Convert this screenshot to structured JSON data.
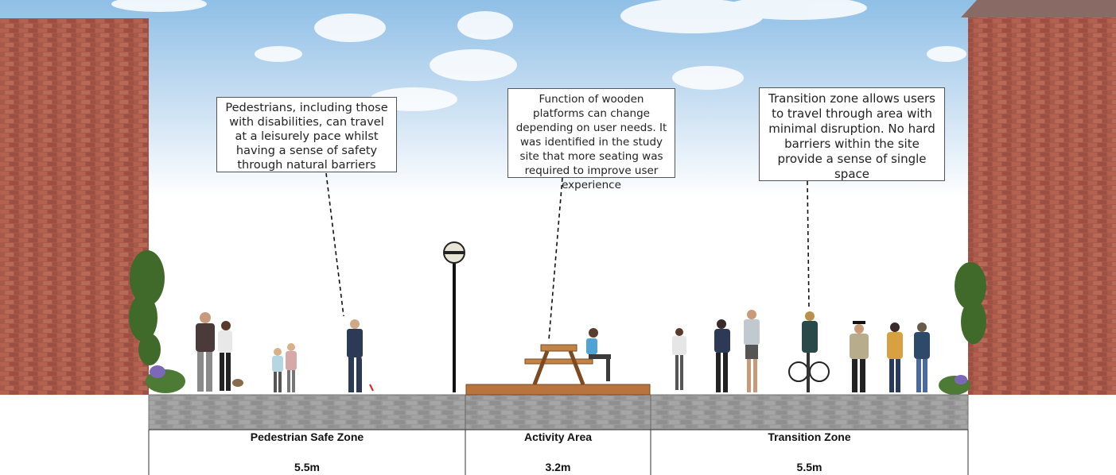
{
  "annotations": {
    "pedestrians": "Pedestrians, including those with disabilities, can travel at a leisurely pace whilst having a sense of safety through natural barriers",
    "platforms": "Function of wooden platforms can change depending on user needs. It was identified in the study site that more seating was required to improve user experience",
    "transition": "Transition zone allows users to travel through area with minimal disruption. No hard barriers within the site provide a sense of single space"
  },
  "zones": [
    {
      "name": "Pedestrian Safe Zone",
      "width": "5.5m"
    },
    {
      "name": "Activity Area",
      "width": "3.2m"
    },
    {
      "name": "Transition Zone",
      "width": "5.5m"
    }
  ],
  "colors": {
    "sky_top": "#8fbfe6",
    "brick": "#a9584a",
    "paving": "#9a9a9a",
    "wood": "#b8743f"
  }
}
